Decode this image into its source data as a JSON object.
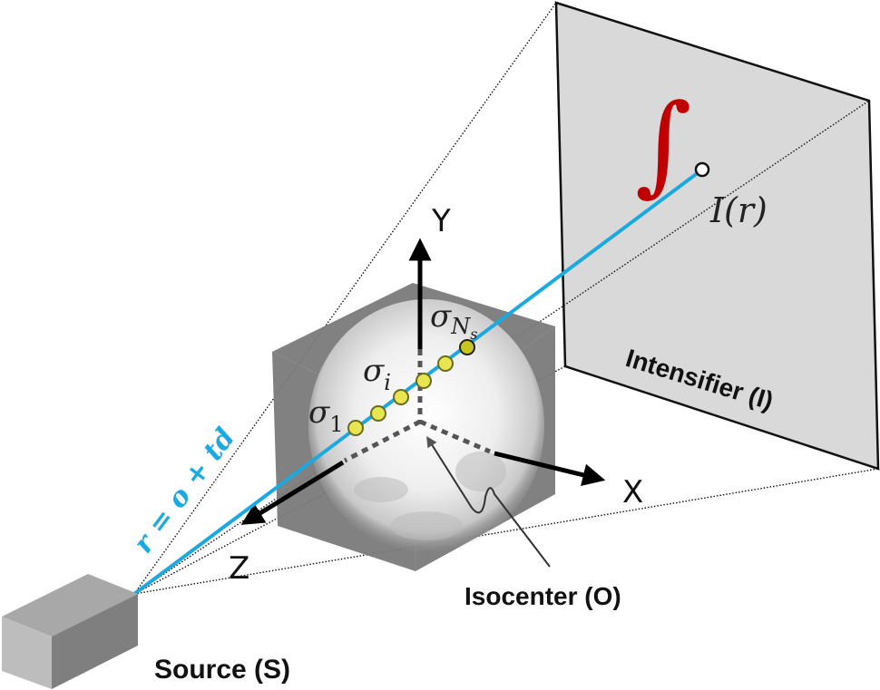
{
  "diagram": {
    "title": "X-ray projection geometry (ray marching through volume)",
    "labels": {
      "source": "Source (S)",
      "intensifier": "Intensifier (I)",
      "isocenter": "Isocenter (O)",
      "axis_x": "X",
      "axis_y": "Y",
      "axis_z": "Z",
      "ray_equation": "r = o + td",
      "pixel_intensity": "I(r)",
      "integral_symbol": "∫",
      "sigma_first": "σ",
      "sigma_first_sub": "1",
      "sigma_i": "σ",
      "sigma_i_sub": "i",
      "sigma_last": "σ",
      "sigma_last_sub": "N",
      "sigma_last_subsub": "s"
    },
    "sample_points_count": 6,
    "colors": {
      "ray": "#1ba9e1",
      "integral": "#c00000",
      "sample_fill": "#e8e650",
      "detector_fill": "#d9d9d9",
      "volume_fill": "#7a7a7a",
      "source_box": "#8c8c8c"
    }
  }
}
